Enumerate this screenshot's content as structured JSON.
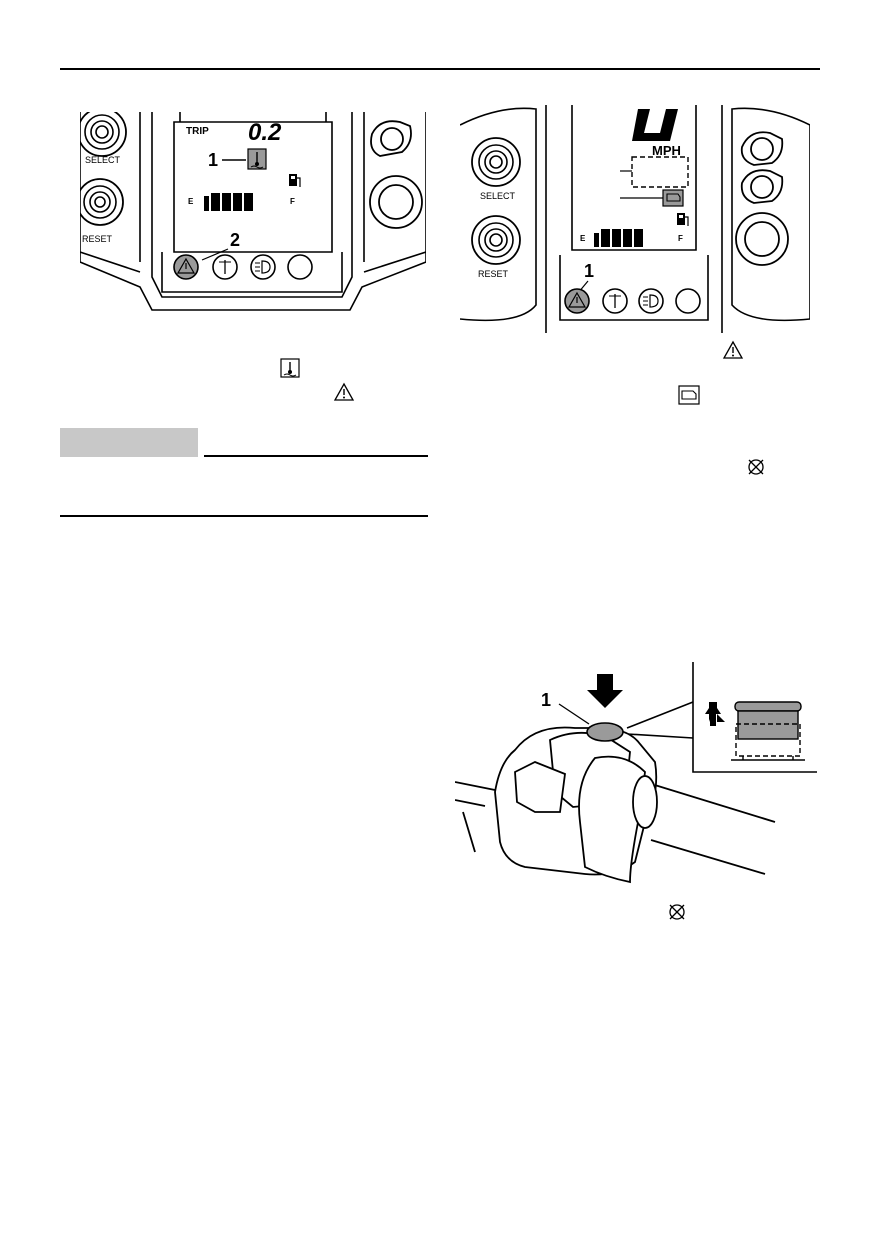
{
  "figure1": {
    "trip_label": "TRIP",
    "trip_value": "0.2",
    "callout_1": "1",
    "callout_2": "2",
    "select_label": "SELECT",
    "reset_label": "RESET",
    "fuel_empty": "E",
    "fuel_full": "F"
  },
  "figure2": {
    "speed_unit": "MPH",
    "callout_1": "1",
    "select_label": "SELECT",
    "reset_label": "RESET",
    "fuel_empty": "E",
    "fuel_full": "F"
  },
  "figure3": {
    "callout_1": "1"
  },
  "icons": [
    "coolant-temperature-icon",
    "warning-triangle-icon",
    "engine-check-icon",
    "engine-stop-icon"
  ]
}
